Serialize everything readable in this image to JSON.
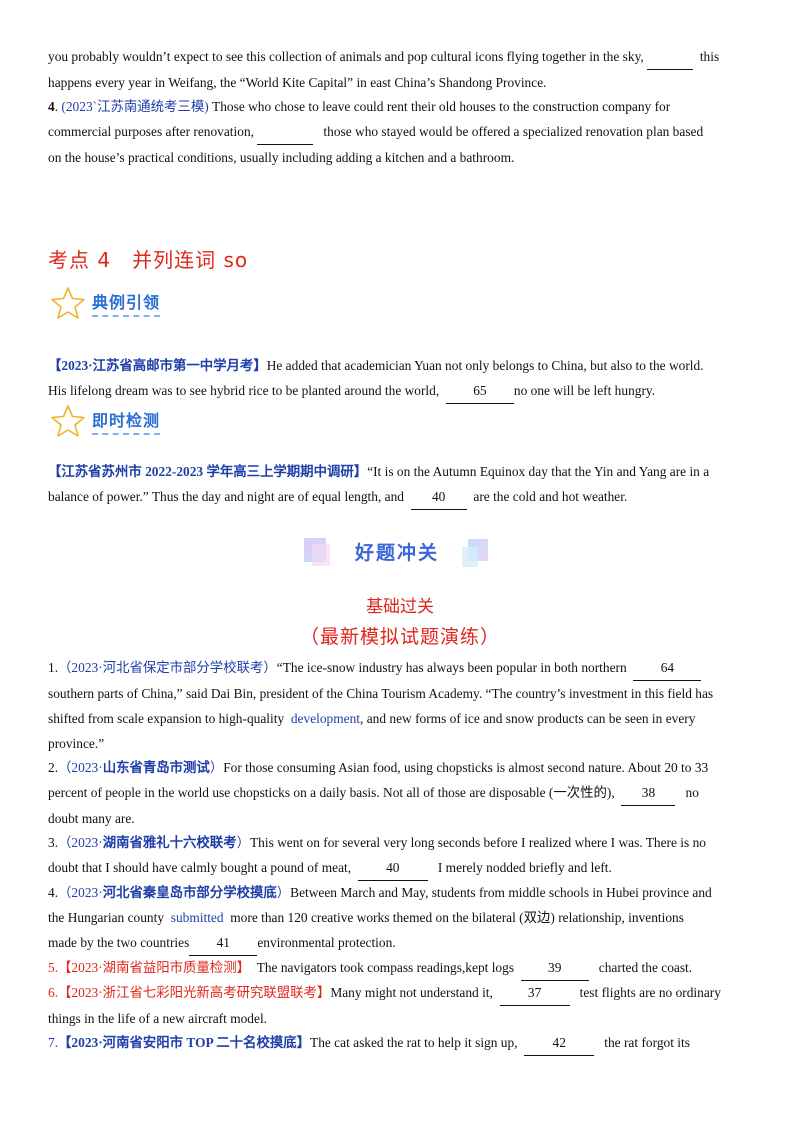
{
  "p_top": {
    "l1a": "you probably wouldn’t expect to see this collection of animals and pop cultural icons flying together in the sky,",
    "l1b": "this",
    "l2": "happens every year in Weifang, the “World Kite Capital” in east China’s Shandong Province."
  },
  "q4top": {
    "num": "4",
    "src": "(2023`江苏南通统考三模)",
    "l1": " Those who chose to leave could rent their old houses to the construction company for",
    "l2a": "commercial purposes after renovation,",
    "l2b": "those who stayed would be offered a specialized renovation plan based",
    "l3": "on the house’s practical conditions, usually including adding a kitchen and a bathroom."
  },
  "section": {
    "title": "考点 4　并列连词 so"
  },
  "badge1": {
    "label": "典例引领"
  },
  "example": {
    "src": "【2023·江苏省高邮市第一中学月考】",
    "l1": "He added that academician Yuan not only belongs to China, but also to the world.",
    "l2a": "His lifelong dream was to see hybrid rice to be planted around the world,",
    "blank": "65",
    "l2b": "no one will be left hungry."
  },
  "badge2": {
    "label": "即时检测"
  },
  "check": {
    "src": "【江苏省苏州市 2022-2023 学年高三上学期期中调研】",
    "l1": "“It is on the Autumn Equinox day that the Yin and Yang are in a",
    "l2a": "balance of power.” Thus the day and night are of equal length, and",
    "blank": "40",
    "l2b": "are the cold and hot weather."
  },
  "banner": {
    "text": "好题冲关"
  },
  "basic": {
    "title": "基础过关",
    "subtitle": "（最新模拟试题演练）"
  },
  "q1": {
    "num": "1.",
    "src": "（2023·河北省保定市部分学校联考）",
    "l1a": "“The ice-snow industry has always been popular in both northern",
    "blank": "64",
    "l2": "southern parts of China,” said Dai Bin, president of the China Tourism Academy. “The country’s investment in this field has",
    "l3a": "shifted from scale expansion to high-quality",
    "l3b": "development",
    "l3c": ", and new forms of ice and snow products can be seen in every",
    "l4": "province.”"
  },
  "q2": {
    "num": "2.",
    "src_a": "（2023·",
    "src_b": "山东省青岛市测试",
    "src_c": "）",
    "l1": "For those consuming Asian food, using chopsticks  is  almost second nature. About 20 to 33",
    "l2a": "percent of people in the world use chopsticks  on  a daily basis. Not all of those are disposable (一次性的),",
    "blank": "38",
    "l2b": "no",
    "l3": "doubt many are."
  },
  "q3": {
    "num": "3.",
    "src_a": "（2023·",
    "src_b": "湖南省雅礼十六校联考",
    "src_c": "）",
    "l1": "This went on for several very long seconds before I realized where I was. There is no",
    "l2a": "doubt that I should have calmly bought a pound of meat,",
    "blank": "40",
    "l2b": "I merely nodded briefly and left."
  },
  "q4": {
    "num": "4.",
    "src_a": "（2023·",
    "src_b": "河北省秦皇岛市部分学校摸底",
    "src_c": "）",
    "l1": "Between March and May, students from middle schools in Hubei province and",
    "l2a": "the Hungarian county",
    "l2b": "submitted",
    "l2c": "more than 120 creative works themed on the bilateral (双边) relationship, inventions",
    "l3a": "made by the two countries",
    "blank": "41",
    "l3b": "environmental protection."
  },
  "q5": {
    "num": "5.",
    "src": "【2023·湖南省益阳市质量检测】",
    "l1a": "The navigators took compass readings,kept logs",
    "blank": "39",
    "l1b": "charted the coast."
  },
  "q6": {
    "num": "6.",
    "src": "【2023·浙江省七彩阳光新高考研究联盟联考】",
    "l1a": "Many might not understand it,",
    "blank": "37",
    "l1b": "test flights are no ordinary",
    "l2": "things in the life of a new aircraft model."
  },
  "q7": {
    "num": "7.",
    "src": "【2023·河南省安阳市 TOP 二十名校摸底】",
    "l1a": "The cat asked the rat to help it sign up,",
    "blank": "42",
    "l1b": "the rat forgot its"
  },
  "colors": {
    "red": "#e0261c",
    "blue": "#1f3ea8",
    "badge_blue": "#2a6fd6",
    "star": "#f0b429"
  }
}
